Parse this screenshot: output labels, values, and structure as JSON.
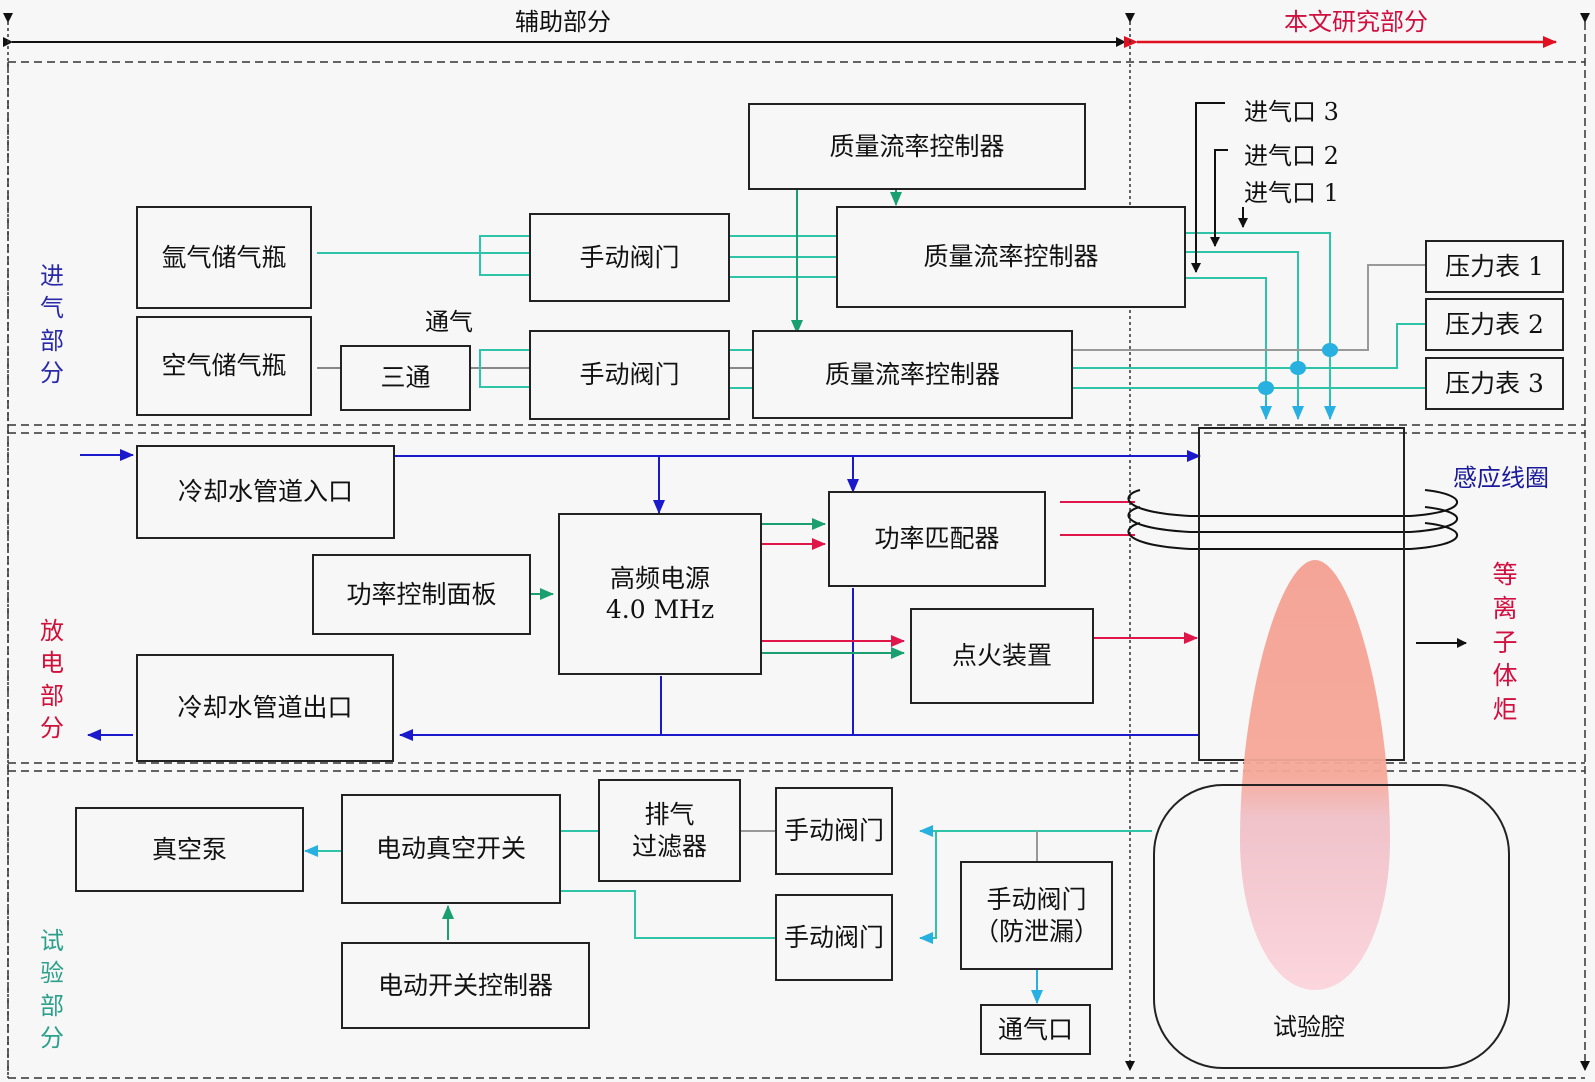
{
  "header": {
    "auxiliary_label": "辅助部分",
    "research_label": "本文研究部分"
  },
  "sections": {
    "intake": {
      "label": "进气部分",
      "color": "#2a2aa8"
    },
    "discharge": {
      "label": "放电部分",
      "color": "#d0103a"
    },
    "test": {
      "label": "试验部分",
      "color": "#2ca08a"
    }
  },
  "intake": {
    "argon_bottle": "氩气储气瓶",
    "air_bottle": "空气储气瓶",
    "tee": "三通",
    "vent_label": "通气",
    "manual_valve_top": "手动阀门",
    "manual_valve_bottom": "手动阀门",
    "mfc_top": "质量流率控制器",
    "mfc_middle": "质量流率控制器",
    "mfc_bottom": "质量流率控制器",
    "inlet3": "进气口 3",
    "inlet2": "进气口 2",
    "inlet1": "进气口 1",
    "gauge1": "压力表 1",
    "gauge2": "压力表 2",
    "gauge3": "压力表 3"
  },
  "discharge": {
    "cooling_in": "冷却水管道入口",
    "cooling_out": "冷却水管道出口",
    "power_panel": "功率控制面板",
    "hf_power": "高频电源\n4.0 MHz",
    "matcher": "功率匹配器",
    "igniter": "点火装置",
    "coil_label": "感应线圈",
    "torch_label": "等离子体炬"
  },
  "test": {
    "vacuum_pump": "真空泵",
    "vacuum_switch": "电动真空开关",
    "switch_controller": "电动开关控制器",
    "exhaust_filter": "排气\n过滤器",
    "manual_valve_a": "手动阀门",
    "manual_valve_b": "手动阀门",
    "leak_valve": "手动阀门\n（防泄漏）",
    "vent_port": "通气口",
    "chamber": "试验腔"
  },
  "colors": {
    "gas_line": "#2fc4a8",
    "gas_arrow": "#27b0e0",
    "water_line": "#1a1acc",
    "power_line": "#e0154a",
    "control_line": "#1aa070",
    "plasma": "#f4a092",
    "plasma_fade": "#fbc8d2",
    "research_arrow": "#e01020"
  }
}
